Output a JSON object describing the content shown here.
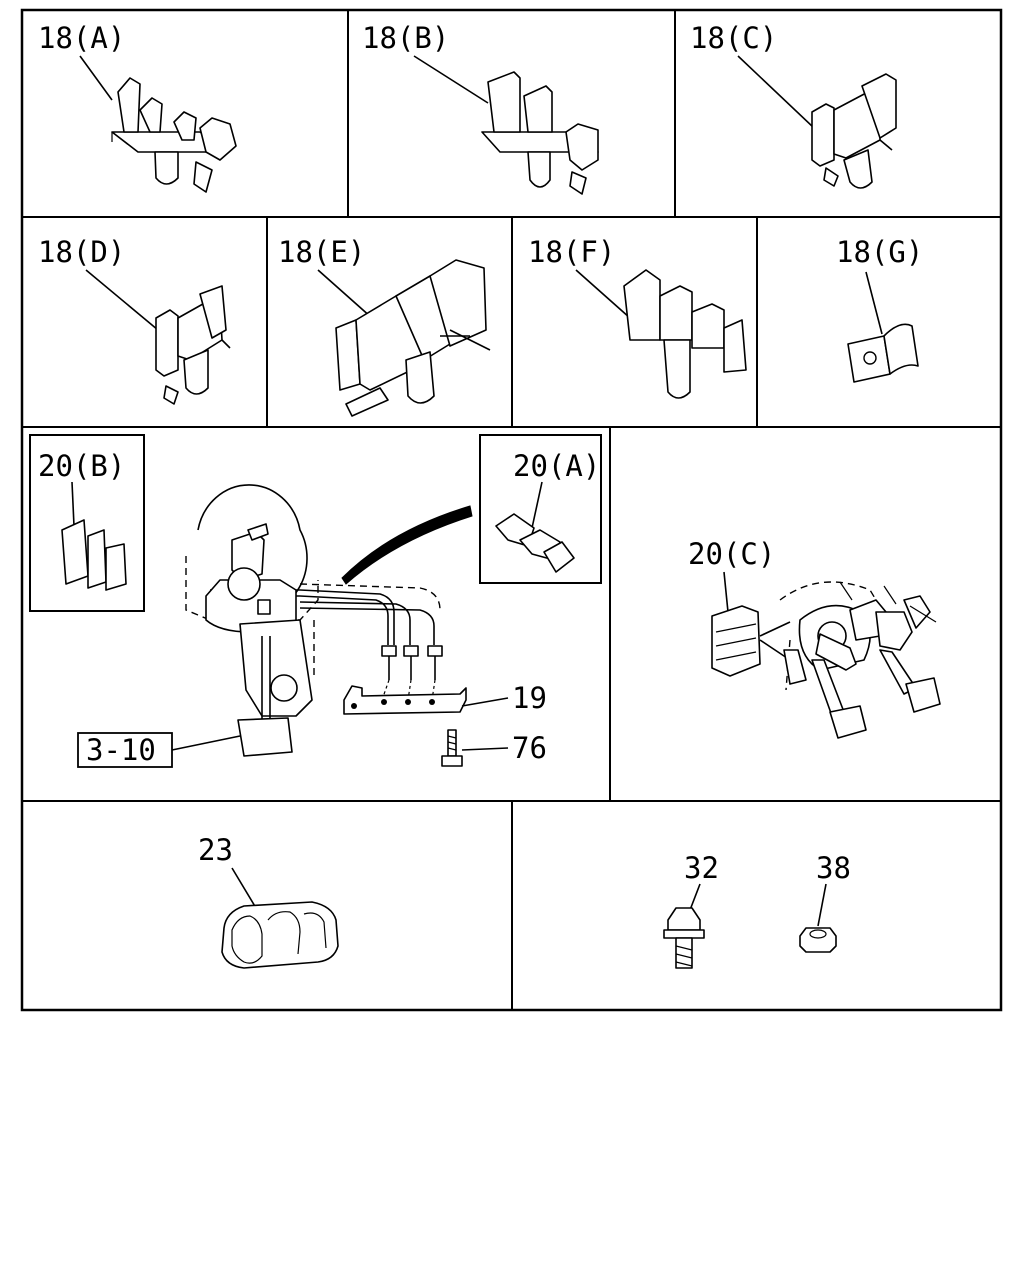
{
  "diagram": {
    "labels": {
      "p18a": "18(A)",
      "p18b": "18(B)",
      "p18c": "18(C)",
      "p18d": "18(D)",
      "p18e": "18(E)",
      "p18f": "18(F)",
      "p18g": "18(G)",
      "p20a": "20(A)",
      "p20b": "20(B)",
      "p20c": "20(C)",
      "p19": "19",
      "p76": "76",
      "ref310": "3-10",
      "p23": "23",
      "p32": "32",
      "p38": "38"
    }
  }
}
